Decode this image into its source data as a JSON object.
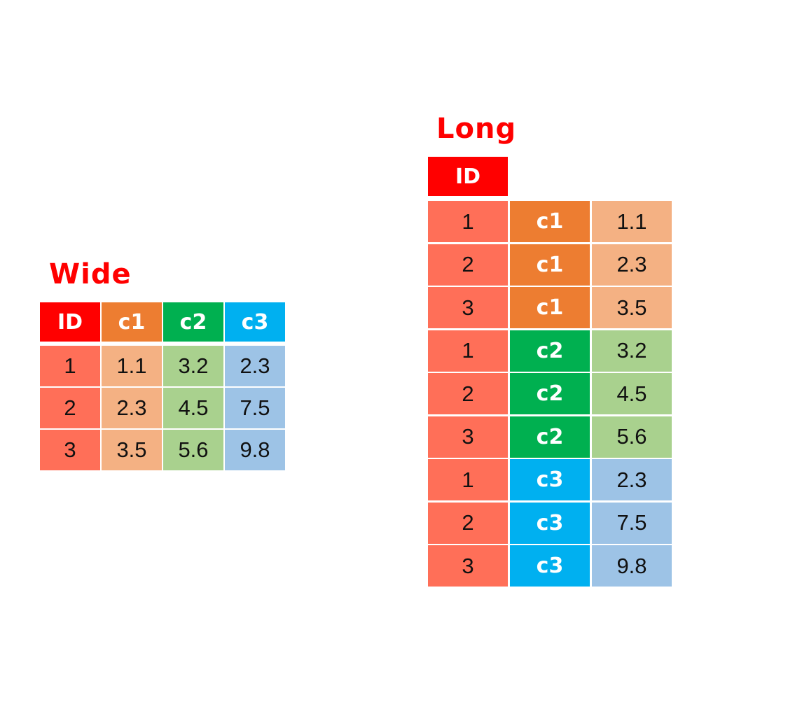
{
  "colors": {
    "id_header": "#ff0000",
    "id_cell": "#ff6f58",
    "c1_header": "#ed7d31",
    "c1_cell": "#f4b183",
    "c2_header": "#00b050",
    "c2_cell": "#a9d18e",
    "c3_header": "#00b0f0",
    "c3_cell": "#9dc3e6",
    "title": "#ff0000"
  },
  "wide": {
    "title": "Wide",
    "headers": [
      "ID",
      "c1",
      "c2",
      "c3"
    ],
    "rows": [
      [
        "1",
        "1.1",
        "3.2",
        "2.3"
      ],
      [
        "2",
        "2.3",
        "4.5",
        "7.5"
      ],
      [
        "3",
        "3.5",
        "5.6",
        "9.8"
      ]
    ]
  },
  "long": {
    "title": "Long",
    "header": "ID",
    "rows": [
      [
        "1",
        "c1",
        "1.1"
      ],
      [
        "2",
        "c1",
        "2.3"
      ],
      [
        "3",
        "c1",
        "3.5"
      ],
      [
        "1",
        "c2",
        "3.2"
      ],
      [
        "2",
        "c2",
        "4.5"
      ],
      [
        "3",
        "c2",
        "5.6"
      ],
      [
        "1",
        "c3",
        "2.3"
      ],
      [
        "2",
        "c3",
        "7.5"
      ],
      [
        "3",
        "c3",
        "9.8"
      ]
    ]
  }
}
